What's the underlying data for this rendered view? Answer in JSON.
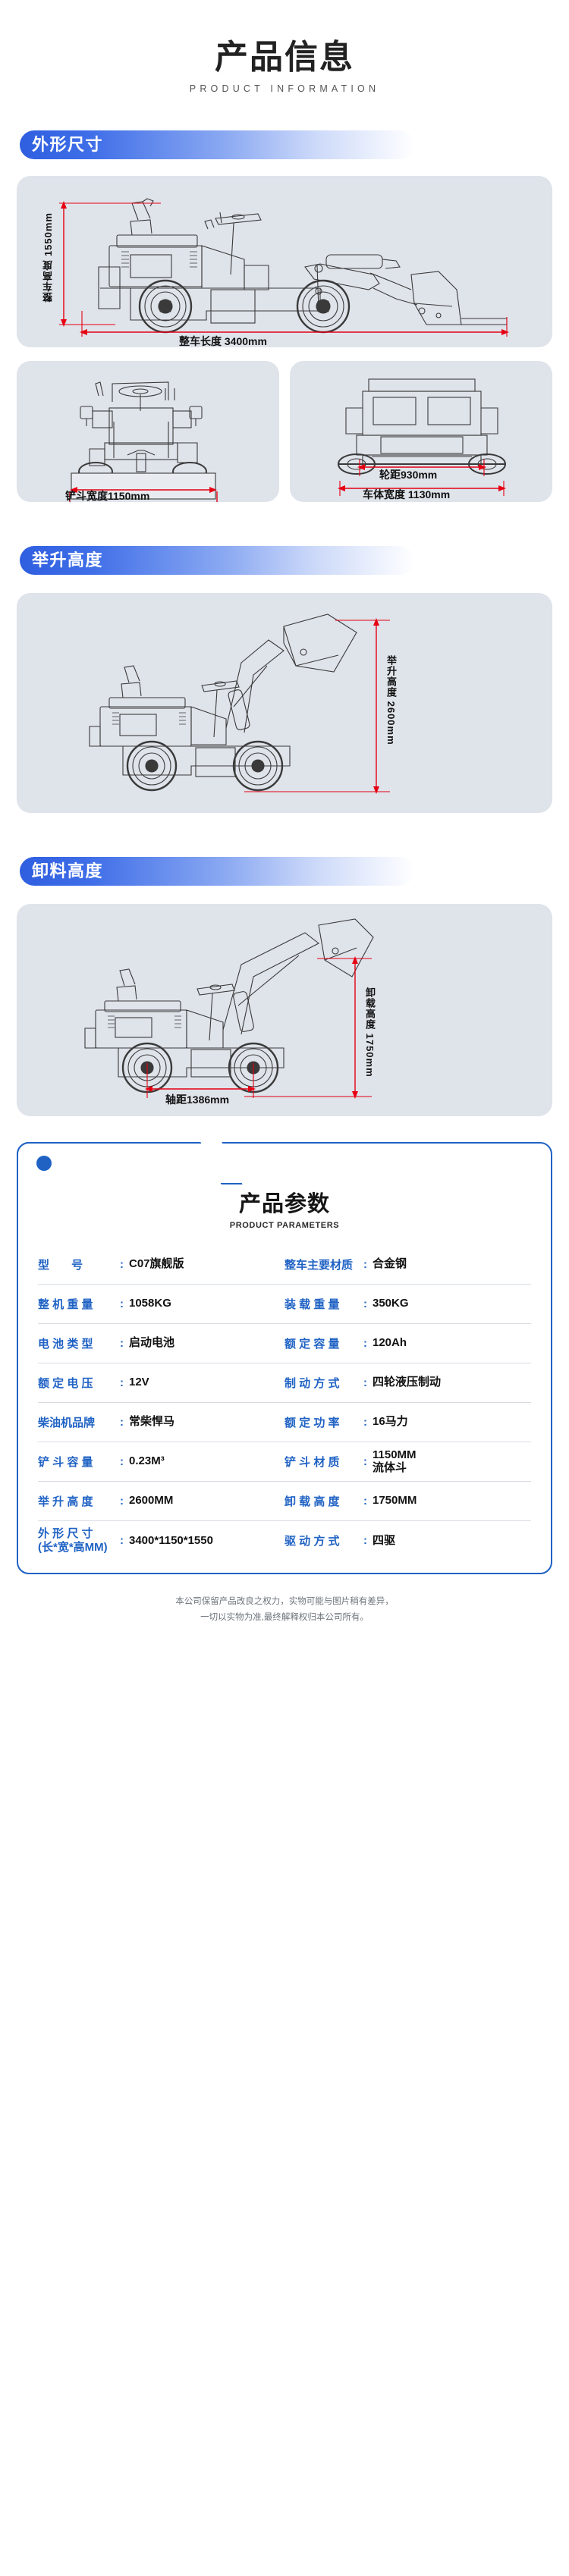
{
  "header": {
    "title_cn": "产品信息",
    "title_en": "PRODUCT INFORMATION"
  },
  "sections": [
    {
      "label": "外形尺寸"
    },
    {
      "label": "举升高度"
    },
    {
      "label": "卸料高度"
    }
  ],
  "diagrams": {
    "main_side_view": {
      "height_label": "整车高度 1550mm",
      "length_label": "整车长度 3400mm"
    },
    "front_view": {
      "width_label": "铲斗宽度1150mm"
    },
    "rear_view": {
      "track_label": "轮距930mm",
      "body_width_label": "车体宽度 1130mm"
    },
    "lift_view": {
      "lift_label": "举升高度 2600mm"
    },
    "dump_view": {
      "dump_label": "卸载高度 1750mm",
      "wheelbase_label": "轴距1386mm"
    }
  },
  "spec_card": {
    "title_cn": "产品参数",
    "title_en": "PRODUCT PARAMETERS",
    "rows": [
      [
        {
          "label": "型       号",
          "value": "C07旗舰版"
        },
        {
          "label": "整车主要材质",
          "value": "合金钢"
        }
      ],
      [
        {
          "label": "整 机 重 量",
          "value": "1058KG"
        },
        {
          "label": "装 载 重 量",
          "value": "350KG"
        }
      ],
      [
        {
          "label": "电 池 类 型",
          "value": "启动电池"
        },
        {
          "label": "额 定 容 量",
          "value": "120Ah"
        }
      ],
      [
        {
          "label": "额 定 电 压",
          "value": "12V"
        },
        {
          "label": "制 动 方 式",
          "value": "四轮液压制动"
        }
      ],
      [
        {
          "label": "柴油机品牌",
          "value": "常柴悍马"
        },
        {
          "label": "额 定 功 率",
          "value": "16马力"
        }
      ],
      [
        {
          "label": "铲 斗 容 量",
          "value": "0.23M³"
        },
        {
          "label": "铲 斗 材 质",
          "value": "1150MM\n流体斗"
        }
      ],
      [
        {
          "label": "举 升 高 度",
          "value": "2600MM"
        },
        {
          "label": "卸 载 高 度",
          "value": "1750MM"
        }
      ],
      [
        {
          "label": "外 形 尺 寸\n(长*宽*高MM)",
          "value": "3400*1150*1550"
        },
        {
          "label": "驱 动 方 式",
          "value": "四驱"
        }
      ]
    ]
  },
  "footer": {
    "line1": "本公司保留产品改良之权力，实物可能与图片稍有差异，",
    "line2": "一切以实物为准,最终解释权归本公司所有。"
  },
  "colors": {
    "accent_blue": "#1f62c4",
    "pill_blue": "#2f5fe0",
    "panel_gray": "#dfe3ea",
    "dimension_red": "#e60012"
  }
}
